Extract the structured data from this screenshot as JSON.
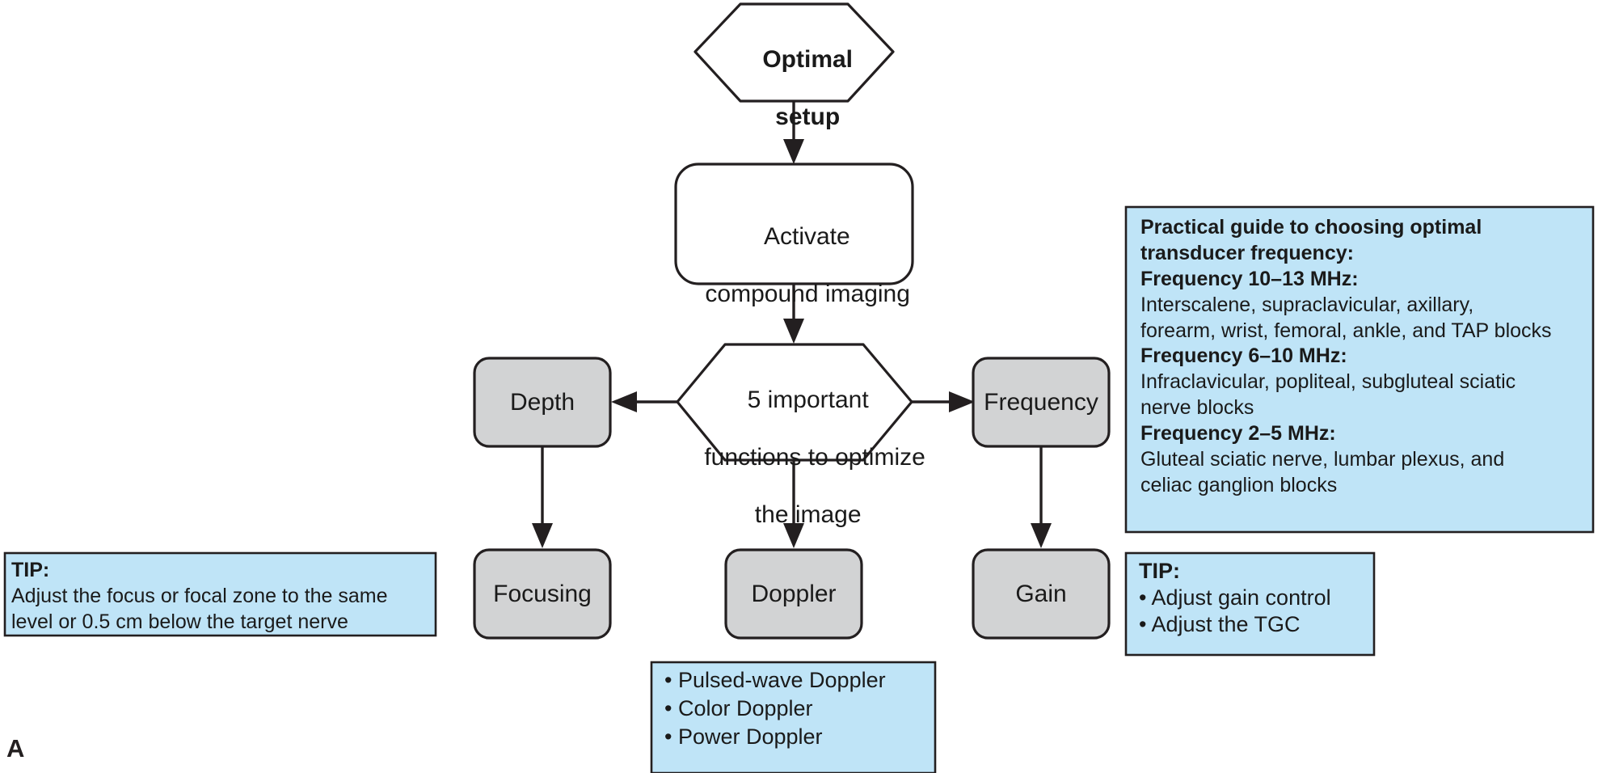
{
  "figure": {
    "panel_letter": "A",
    "colors": {
      "callout_fill": "#bfe4f7",
      "node_gray_fill": "#d2d3d4",
      "node_white_fill": "#ffffff",
      "stroke": "#231f20"
    }
  },
  "nodes": {
    "optimal_setup": {
      "label_line1": "Optimal",
      "label_line2": "setup",
      "shape": "hexagon",
      "fill": "white",
      "bold": true
    },
    "activate_compound": {
      "label_line1": "Activate",
      "label_line2": "compound imaging",
      "shape": "rounded-rect",
      "fill": "white"
    },
    "five_functions": {
      "label_line1": "5 important",
      "label_line2": "functions to optimize",
      "label_line3": "the image",
      "shape": "hexagon",
      "fill": "white"
    },
    "depth": {
      "label": "Depth",
      "shape": "rounded-rect",
      "fill": "gray"
    },
    "frequency": {
      "label": "Frequency",
      "shape": "rounded-rect",
      "fill": "gray"
    },
    "focusing": {
      "label": "Focusing",
      "shape": "rounded-rect",
      "fill": "gray"
    },
    "doppler": {
      "label": "Doppler",
      "shape": "rounded-rect",
      "fill": "gray"
    },
    "gain": {
      "label": "Gain",
      "shape": "rounded-rect",
      "fill": "gray"
    }
  },
  "callouts": {
    "frequency_guide": {
      "lines": [
        {
          "text": "Practical guide to choosing optimal",
          "bold": true
        },
        {
          "text": "transducer frequency:",
          "bold": true
        },
        {
          "text": "Frequency 10–13 MHz:",
          "bold": true
        },
        {
          "text": "Interscalene, supraclavicular, axillary,",
          "bold": false
        },
        {
          "text": "forearm, wrist, femoral, ankle, and TAP blocks",
          "bold": false
        },
        {
          "text": "Frequency 6–10 MHz:",
          "bold": true
        },
        {
          "text": "Infraclavicular, popliteal, subgluteal sciatic",
          "bold": false
        },
        {
          "text": "nerve blocks",
          "bold": false
        },
        {
          "text": "Frequency 2–5 MHz:",
          "bold": true
        },
        {
          "text": "Gluteal sciatic nerve, lumbar plexus, and",
          "bold": false
        },
        {
          "text": "celiac ganglion blocks",
          "bold": false
        }
      ]
    },
    "focus_tip": {
      "lines": [
        {
          "text": "TIP:",
          "bold": true
        },
        {
          "text": "Adjust the focus or focal zone to the same",
          "bold": false
        },
        {
          "text": "level or 0.5 cm below the target nerve",
          "bold": false
        }
      ]
    },
    "doppler_modes": {
      "lines": [
        {
          "text": "• Pulsed-wave Doppler",
          "bold": false
        },
        {
          "text": "• Color Doppler",
          "bold": false
        },
        {
          "text": "• Power Doppler",
          "bold": false
        }
      ]
    },
    "gain_tip": {
      "lines": [
        {
          "text": "TIP:",
          "bold": true
        },
        {
          "text": "• Adjust gain control",
          "bold": false
        },
        {
          "text": "• Adjust the TGC",
          "bold": false
        }
      ]
    }
  },
  "edges": [
    {
      "from": "optimal_setup",
      "to": "activate_compound",
      "direction": "down"
    },
    {
      "from": "activate_compound",
      "to": "five_functions",
      "direction": "down"
    },
    {
      "from": "five_functions",
      "to": "depth",
      "direction": "left"
    },
    {
      "from": "five_functions",
      "to": "frequency",
      "direction": "right"
    },
    {
      "from": "depth",
      "to": "focusing",
      "direction": "down"
    },
    {
      "from": "five_functions",
      "to": "doppler",
      "direction": "down"
    },
    {
      "from": "frequency",
      "to": "gain",
      "direction": "down"
    }
  ]
}
